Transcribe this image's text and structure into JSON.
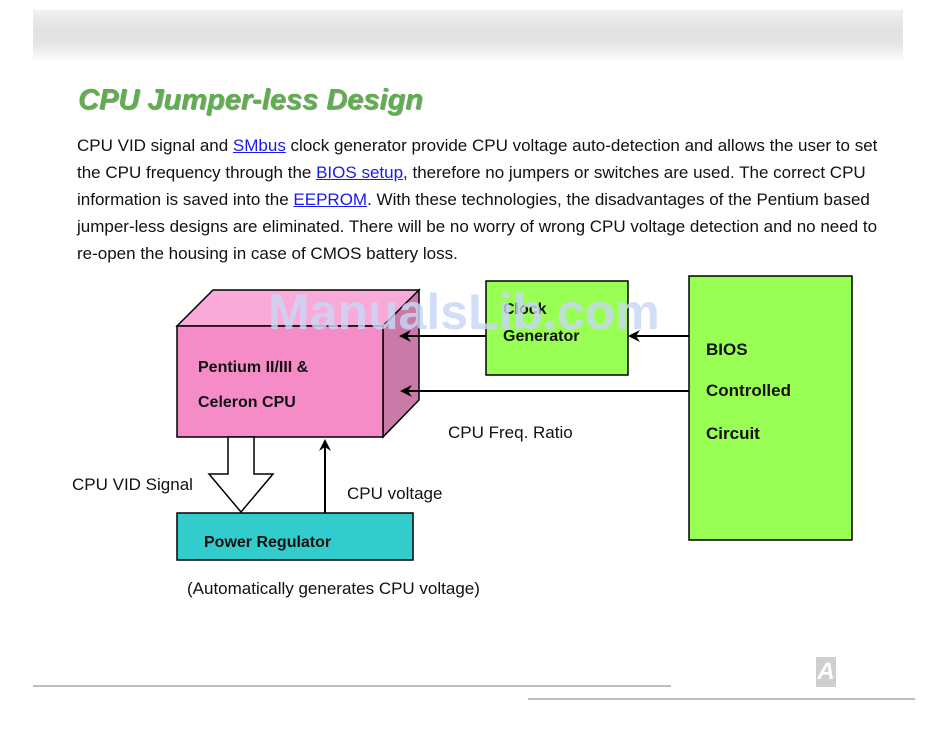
{
  "page": {
    "title": "CPU Jumper-less Design",
    "paragraph": [
      {
        "text": "CPU VID signal and "
      },
      {
        "text": "SMbus",
        "link": true
      },
      {
        "text": " clock generator provide CPU voltage auto-detection and allows the user to set the CPU frequency through the "
      },
      {
        "text": "BIOS setup",
        "link": true
      },
      {
        "text": ", therefore no jumpers or switches are used. The correct CPU information is saved into the "
      },
      {
        "text": "EEPROM",
        "link": true
      },
      {
        "text": ". With these technologies, the disadvantages of the Pentium based jumper-less designs are eliminated. There will be no worry of wrong CPU voltage detection and no need to re-open the housing in case of CMOS battery loss."
      }
    ]
  },
  "diagram": {
    "cpu_line1": "Pentium II/III &",
    "cpu_line2": "Celeron CPU",
    "clock_line1": "Clock",
    "clock_line2": "Generator",
    "bios_line1": "BIOS",
    "bios_line2": "Controlled",
    "bios_line3": "Circuit",
    "power_label": "Power Regulator",
    "vid_signal_label": "CPU VID Signal",
    "cpu_voltage_label": "CPU voltage",
    "freq_ratio_label": "CPU Freq. Ratio",
    "caption": "(Automatically generates CPU voltage)"
  },
  "watermark": "ManualsLib.com",
  "logo_letter": "A",
  "colors": {
    "title": "#5bb04a",
    "link": "#1a1aee",
    "cpu_front": "#f58cc8",
    "cpu_top": "#f9aad8",
    "cpu_side": "#c97aa6",
    "green_box": "#99ff55",
    "power_box": "#33cccc"
  }
}
